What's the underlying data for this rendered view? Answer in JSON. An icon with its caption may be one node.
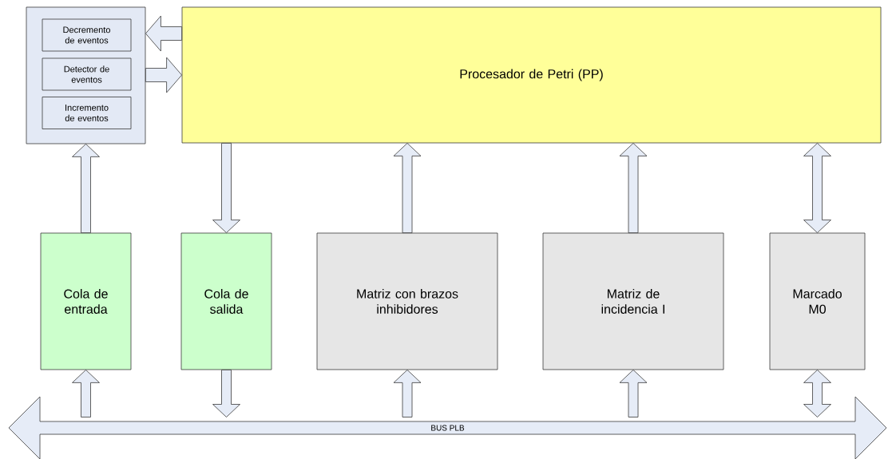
{
  "diagram": {
    "nodes": [
      {
        "text": [],
        "shape": "box"
      },
      {
        "text": [
          "Decremento de eventos"
        ],
        "in": 0
      },
      {
        "text": [
          "Detector de eventos"
        ],
        "in": 0
      },
      {
        "text": [
          "Incremento de eventos"
        ],
        "in": 0
      },
      {
        "text": [
          "Procesador de Petri (PP)"
        ]
      },
      {
        "text": [
          "Cola de entrada"
        ]
      },
      {
        "text": [
          "Cola de salida"
        ]
      },
      {
        "text": [
          "Matriz con brazos inhibidores"
        ]
      },
      {
        "text": [
          "Matriz de incidencia I"
        ]
      },
      {
        "text": [
          "Marcado M0"
        ]
      },
      {
        "text": [
          "BUS PLB"
        ]
      }
    ],
    "edges": [
      {
        "from": 4,
        "to": 1,
        "arrow": "to"
      },
      {
        "from": 2,
        "to": 4,
        "arrow": "to"
      },
      {
        "from": 5,
        "to": 0,
        "arrow": "to"
      },
      {
        "from": 4,
        "to": 6,
        "arrow": "to"
      },
      {
        "from": 7,
        "to": 4,
        "arrow": "to"
      },
      {
        "from": 8,
        "to": 4,
        "arrow": "to"
      },
      {
        "from": 4,
        "to": 9,
        "arrow": "both"
      },
      {
        "from": 10,
        "to": 5,
        "arrow": "to"
      },
      {
        "from": 6,
        "to": 10,
        "arrow": "to"
      },
      {
        "from": 10,
        "to": 7,
        "arrow": "to"
      },
      {
        "from": 10,
        "to": 8,
        "arrow": "to"
      },
      {
        "from": 9,
        "to": 10,
        "arrow": "both"
      }
    ]
  }
}
